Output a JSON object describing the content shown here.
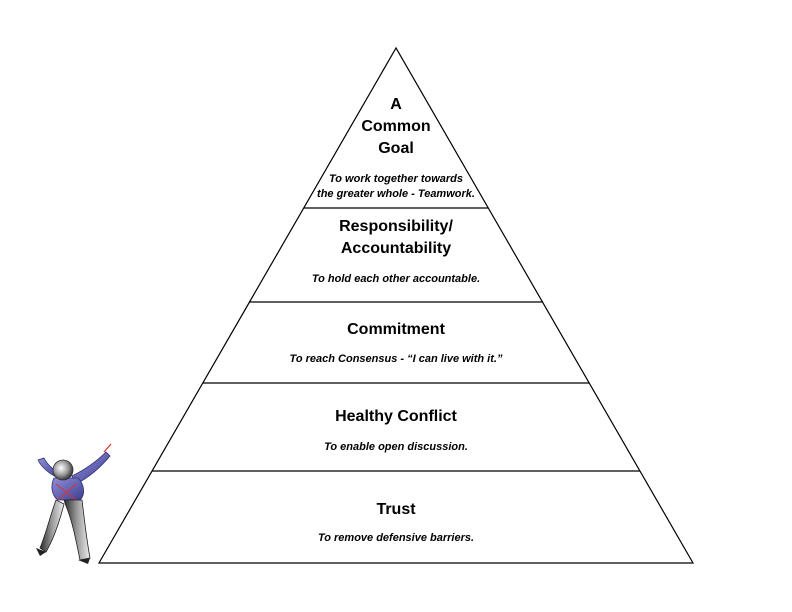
{
  "pyramid": {
    "levels": [
      {
        "title_lines": [
          "A",
          "Common",
          "Goal"
        ],
        "desc_lines": [
          "To work together towards",
          "the greater whole - Teamwork."
        ]
      },
      {
        "title_lines": [
          "Responsibility/",
          "Accountability"
        ],
        "desc_lines": [
          "To hold each other accountable."
        ]
      },
      {
        "title_lines": [
          "Commitment"
        ],
        "desc_lines": [
          "To reach Consensus - “I can live with it.”"
        ]
      },
      {
        "title_lines": [
          "Healthy Conflict"
        ],
        "desc_lines": [
          "To enable open discussion."
        ]
      },
      {
        "title_lines": [
          "Trust"
        ],
        "desc_lines": [
          "To remove defensive barriers."
        ]
      }
    ]
  },
  "colors": {
    "outline": "#000000",
    "figure_arms": "#6a6ab8",
    "figure_legs": "#3a3a3a",
    "figure_accent": "#e03030"
  },
  "icons": {
    "figure": "celebrating-person-icon"
  }
}
